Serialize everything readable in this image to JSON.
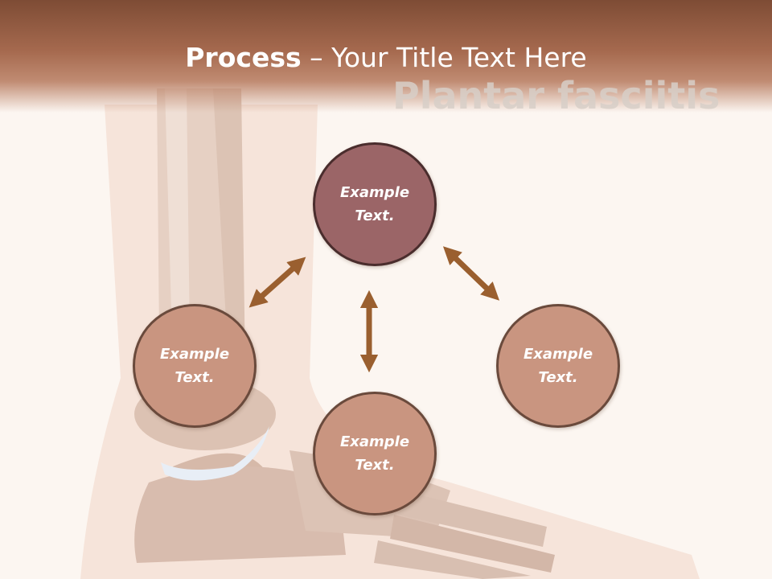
{
  "slide": {
    "title_bold": "Process",
    "title_rest": " – Your Title Text Here",
    "watermark": "Plantar fasciitis"
  },
  "nodes": [
    {
      "label": "Example Text.",
      "role": "primary"
    },
    {
      "label": "Example Text.",
      "role": "secondary"
    },
    {
      "label": "Example Text.",
      "role": "secondary"
    },
    {
      "label": "Example Text.",
      "role": "secondary"
    }
  ],
  "colors": {
    "header": "#8f583f",
    "primary_node": "#9b6567",
    "secondary_node": "#c99580",
    "arrow": "#9a5f2f",
    "background": "#fcf6f1"
  }
}
